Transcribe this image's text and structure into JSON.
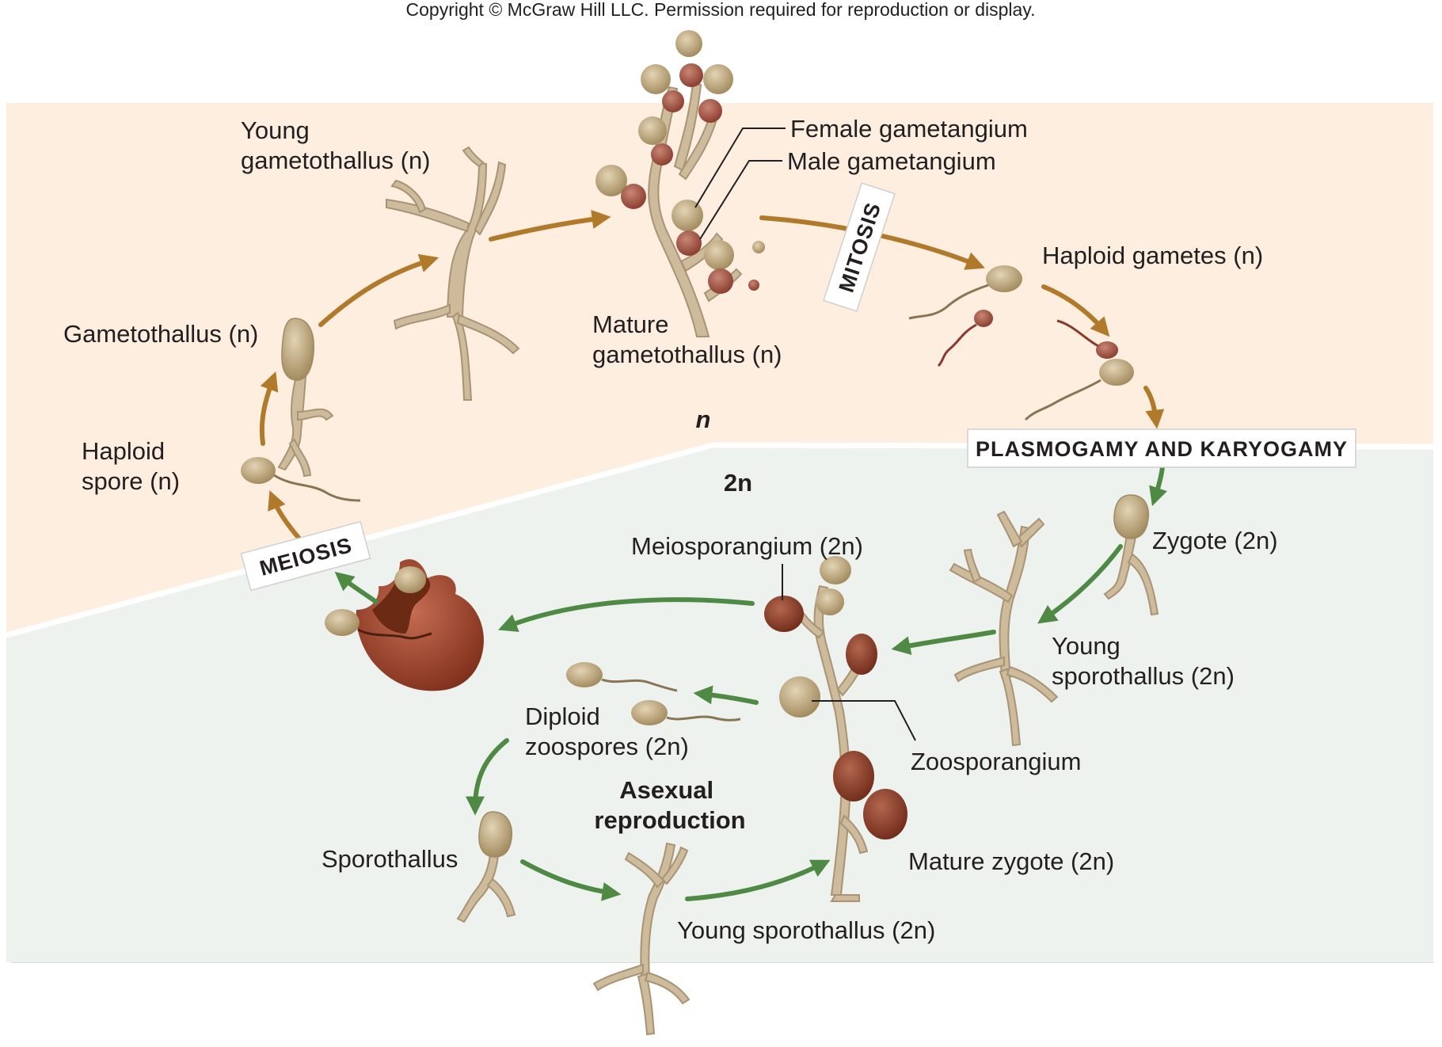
{
  "copyright": "Copyright © McGraw Hill LLC. Permission required for reproduction or display.",
  "colors": {
    "haploid_bg": "#fdeee0",
    "diploid_bg": "#eef2ee",
    "haploid_arrow": "#b07a2a",
    "diploid_arrow": "#4f8a45",
    "thallus": "#cdbb9c",
    "gametangium_tan": "#b9a57a",
    "gametangium_red": "#a85a48",
    "meiosporangium": "#8a3a26"
  },
  "zones": {
    "haploid": "n",
    "diploid": "2n"
  },
  "processes": {
    "mitosis": "MITOSIS",
    "plasmogamy": "PLASMOGAMY AND KARYOGAMY",
    "meiosis": "MEIOSIS"
  },
  "labels": {
    "young_gametothallus": [
      "Young",
      "gametothallus (n)"
    ],
    "female_gametangium": "Female gametangium",
    "male_gametangium": "Male gametangium",
    "mature_gametothallus": [
      "Mature",
      "gametothallus (n)"
    ],
    "haploid_gametes": "Haploid gametes (n)",
    "gametothallus": "Gametothallus (n)",
    "haploid_spore": [
      "Haploid",
      "spore (n)"
    ],
    "zygote": "Zygote (2n)",
    "meiosporangium": "Meiosporangium (2n)",
    "young_sporothallus_right": [
      "Young",
      "sporothallus (2n)"
    ],
    "diploid_zoospores": [
      "Diploid",
      "zoospores (2n)"
    ],
    "zoosporangium": "Zoosporangium",
    "asexual_reproduction": [
      "Asexual",
      "reproduction"
    ],
    "sporothallus": "Sporothallus",
    "mature_zygote": "Mature zygote (2n)",
    "young_sporothallus_bottom": "Young sporothallus (2n)"
  }
}
